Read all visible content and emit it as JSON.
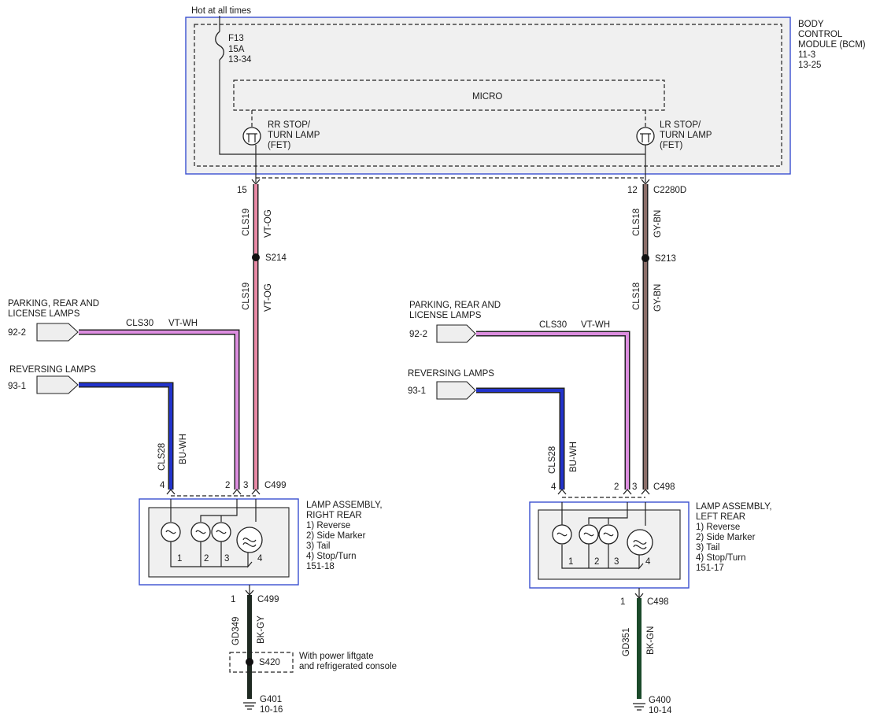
{
  "bcm": {
    "hot_label": "Hot at all times",
    "fuse_name": "F13",
    "fuse_rating": "15A",
    "fuse_ref": "13-34",
    "title_l1": "BODY",
    "title_l2": "CONTROL",
    "title_l3": "MODULE (BCM)",
    "ref1": "11-3",
    "ref2": "13-25",
    "micro_label": "MICRO",
    "rr_fet_l1": "RR STOP/",
    "rr_fet_l2": "TURN LAMP",
    "rr_fet_l3": "(FET)",
    "lr_fet_l1": "LR STOP/",
    "lr_fet_l2": "TURN LAMP",
    "lr_fet_l3": "(FET)",
    "pin_rr": "15",
    "pin_lr": "12",
    "connector": "C2280D"
  },
  "right_side": {
    "circuit_upper": "CLS19",
    "color_upper": "VT-OG",
    "splice": "S214",
    "circuit_lower": "CLS19",
    "color_lower": "VT-OG",
    "parking_l1": "PARKING, REAR AND",
    "parking_l2": "LICENSE LAMPS",
    "parking_ref": "92-2",
    "parking_circuit": "CLS30",
    "parking_color": "VT-WH",
    "reverse_label": "REVERSING LAMPS",
    "reverse_ref": "93-1",
    "reverse_circuit": "CLS28",
    "reverse_color": "BU-WH",
    "pin4": "4",
    "pin2": "2",
    "pin3": "3",
    "connector": "C499",
    "assy_l1": "LAMP ASSEMBLY,",
    "assy_l2": "RIGHT REAR",
    "assy_l3": "1) Reverse",
    "assy_l4": "2) Side Marker",
    "assy_l5": "3) Tail",
    "assy_l6": "4) Stop/Turn",
    "assy_ref": "151-18",
    "lamp_num1": "1",
    "lamp_num2": "2",
    "lamp_num3": "3",
    "lamp_num4": "4",
    "ground_pin": "1",
    "ground_connector": "C499",
    "ground_circuit": "GD349",
    "ground_color": "BK-GY",
    "ground_splice": "S420",
    "splice_note_l1": "With power liftgate",
    "splice_note_l2": "and refrigerated console",
    "ground_name": "G401",
    "ground_ref": "10-16"
  },
  "left_side": {
    "circuit_upper": "CLS18",
    "color_upper": "GY-BN",
    "splice": "S213",
    "circuit_lower": "CLS18",
    "color_lower": "GY-BN",
    "parking_l1": "PARKING, REAR AND",
    "parking_l2": "LICENSE LAMPS",
    "parking_ref": "92-2",
    "parking_circuit": "CLS30",
    "parking_color": "VT-WH",
    "reverse_label": "REVERSING LAMPS",
    "reverse_ref": "93-1",
    "reverse_circuit": "CLS28",
    "reverse_color": "BU-WH",
    "pin4": "4",
    "pin2": "2",
    "pin3": "3",
    "connector": "C498",
    "assy_l1": "LAMP ASSEMBLY,",
    "assy_l2": "LEFT REAR",
    "assy_l3": "1) Reverse",
    "assy_l4": "2) Side Marker",
    "assy_l5": "3) Tail",
    "assy_l6": "4) Stop/Turn",
    "assy_ref": "151-17",
    "lamp_num1": "1",
    "lamp_num2": "2",
    "lamp_num3": "3",
    "lamp_num4": "4",
    "ground_pin": "1",
    "ground_connector": "C498",
    "ground_circuit": "GD351",
    "ground_color": "BK-GN",
    "ground_name": "G400",
    "ground_ref": "10-14"
  },
  "colors": {
    "vt_og": "#e98aa6",
    "gy_bn": "#8c6e69",
    "vt_wh": "#dd8ee0",
    "bu_wh": "#2233cc",
    "bk_gy": "#1f2a22",
    "bk_gn": "#1b4a2a",
    "module_border": "#3a4fd0",
    "module_fill": "#f0f0f0"
  }
}
